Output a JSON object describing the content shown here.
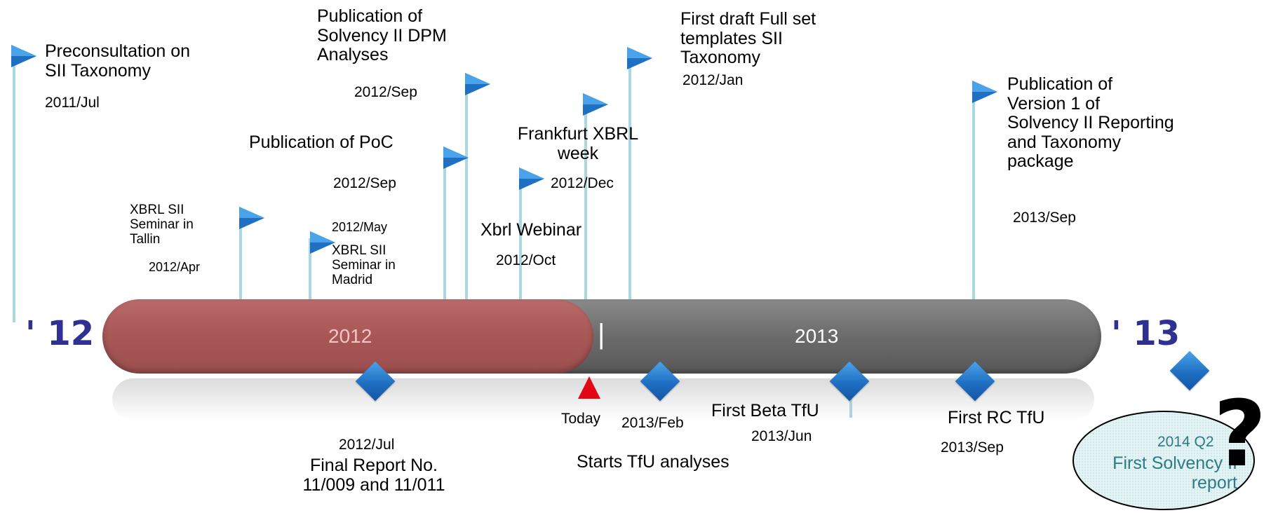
{
  "colors": {
    "flag": "#1f6fc2",
    "pole": "#aad7e2",
    "bar_2012": "#a85656",
    "bar_2013": "#6b6b6b",
    "marker_text": "#2e3192",
    "today_marker": "#e30613"
  },
  "year_markers": {
    "start": "' 12",
    "end": "' 13"
  },
  "timeline": {
    "year_2012": "2012",
    "year_2013": "2013",
    "separator": "|"
  },
  "events_above": [
    {
      "title": "Preconsultation on\nSII Taxonomy",
      "date": "2011/Jul",
      "icon": "flag-icon"
    },
    {
      "title": "XBRL SII\nSeminar in\nTallin",
      "date": "2012/Apr",
      "icon": "flag-icon"
    },
    {
      "title": "XBRL SII\nSeminar in\nMadrid",
      "date": "2012/May",
      "icon": "flag-icon"
    },
    {
      "title": "Publication of PoC",
      "date": "2012/Sep",
      "icon": "flag-icon"
    },
    {
      "title": "Publication of\nSolvency II DPM\nAnalyses",
      "date": "2012/Sep",
      "icon": "flag-icon"
    },
    {
      "title": "Xbrl Webinar",
      "date": "2012/Oct",
      "icon": "flag-icon"
    },
    {
      "title": "Frankfurt XBRL\nweek",
      "date": "2012/Dec",
      "icon": "flag-icon"
    },
    {
      "title": "First draft Full set\ntemplates SII\nTaxonomy",
      "date": "2012/Jan",
      "icon": "flag-icon"
    },
    {
      "title": "Publication of\nVersion 1 of\nSolvency II Reporting\nand Taxonomy\npackage",
      "date": "2013/Sep",
      "icon": "flag-icon"
    }
  ],
  "events_below": [
    {
      "title": "Final Report No.\n11/009 and 11/011",
      "date": "2012/Jul",
      "icon": "diamond-icon"
    },
    {
      "title": "Starts TfU analyses",
      "date": "2013/Feb",
      "icon": "diamond-icon"
    },
    {
      "title": "First Beta TfU",
      "date": "2013/Jun",
      "icon": "diamond-icon"
    },
    {
      "title": "First RC TfU",
      "date": "2013/Sep",
      "icon": "diamond-icon"
    }
  ],
  "today": {
    "label": "Today",
    "icon": "triangle-marker-icon"
  },
  "future": {
    "date": "2014 Q2",
    "title": "First Solvency II\nreport",
    "question": "?",
    "icon": "diamond-icon"
  }
}
